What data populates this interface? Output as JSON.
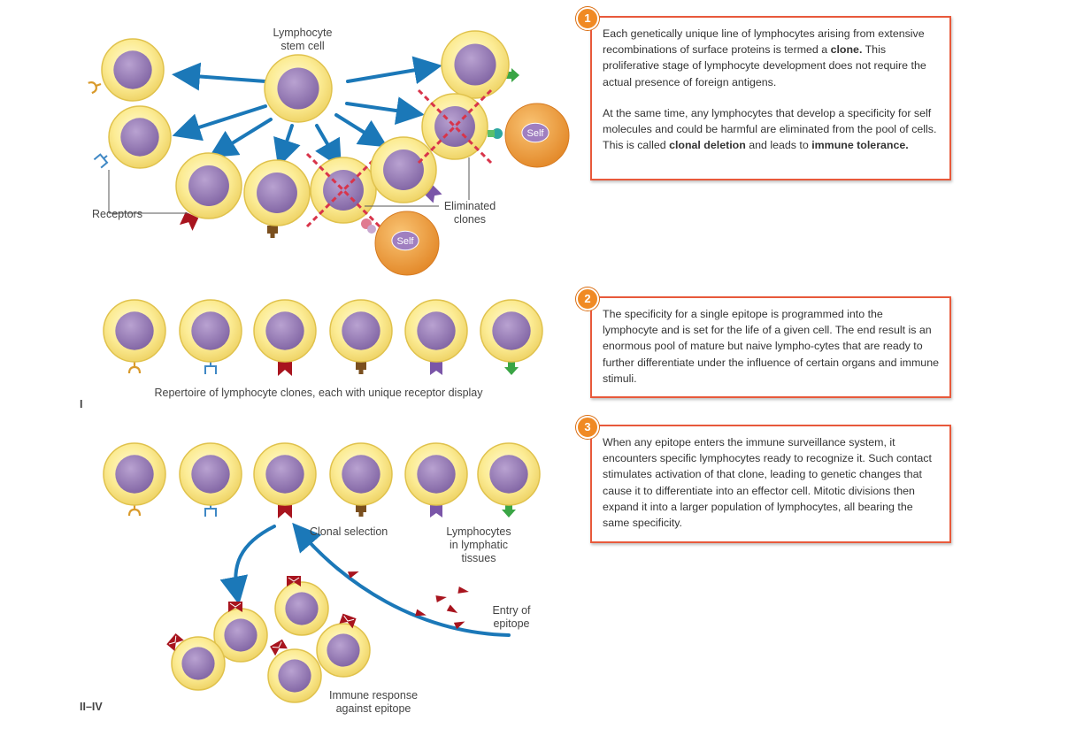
{
  "labels": {
    "stem_cell_line1": "Lymphocyte",
    "stem_cell_line2": "stem cell",
    "receptors": "Receptors",
    "eliminated_line1": "Eliminated",
    "eliminated_line2": "clones",
    "self_top": "Self",
    "self_bottom": "Self",
    "repertoire": "Repertoire of lymphocyte clones, each with unique receptor display",
    "stage_i": "I",
    "clonal_selection": "Clonal selection",
    "lymphatic_line1": "Lymphocytes",
    "lymphatic_line2": "in lymphatic",
    "lymphatic_line3": "tissues",
    "entry_line1": "Entry of",
    "entry_line2": "epitope",
    "immune_line1": "Immune response",
    "immune_line2": "against epitope",
    "stage_ii_iv": "II–IV"
  },
  "callouts": [
    {
      "number": "1",
      "p1_a": "Each genetically unique line of lymphocytes arising from extensive recombinations of surface proteins is termed a ",
      "p1_bold": "clone.",
      "p1_b": " This proliferative stage of lymphocyte development does not require the actual presence of foreign antigens.",
      "p2_a": "At the same time, any lymphocytes that develop a specificity for self molecules and could be harmful are eliminated from the pool of cells. This is called ",
      "p2_bold1": "clonal deletion",
      "p2_b": " and leads to ",
      "p2_bold2": "immune tolerance."
    },
    {
      "number": "2",
      "text": "The specificity for a single epitope is programmed into the lymphocyte and is set for the life of a given cell. The end result is an enormous pool of mature but naive lympho-cytes that are ready to further differentiate under the influence of certain organs and immune stimuli."
    },
    {
      "number": "3",
      "text": "When any epitope enters the immune surveillance system, it encounters specific lymphocytes ready to recognize it. Such contact stimulates activation of that clone, leading to genetic changes that cause it to differentiate into an effector cell. Mitotic divisions then expand it into a larger population of lymphocytes, all bearing the same specificity."
    }
  ],
  "colors": {
    "cell_outer": "#fbe98c",
    "cell_ring": "#e3c94a",
    "nucleus": "#9a7fb5",
    "arrow": "#1b78b8",
    "deletion_x": "#d8344a",
    "self_cell": "#eb9a3a",
    "callout_border": "#e8593b",
    "badge": "#f08a24",
    "receptor_orange": "#d99a2b",
    "receptor_blue": "#3f88c5",
    "receptor_red": "#a8141e",
    "receptor_brown": "#7a4f1e",
    "receptor_purple": "#7a55a8",
    "receptor_green": "#3aa545"
  }
}
